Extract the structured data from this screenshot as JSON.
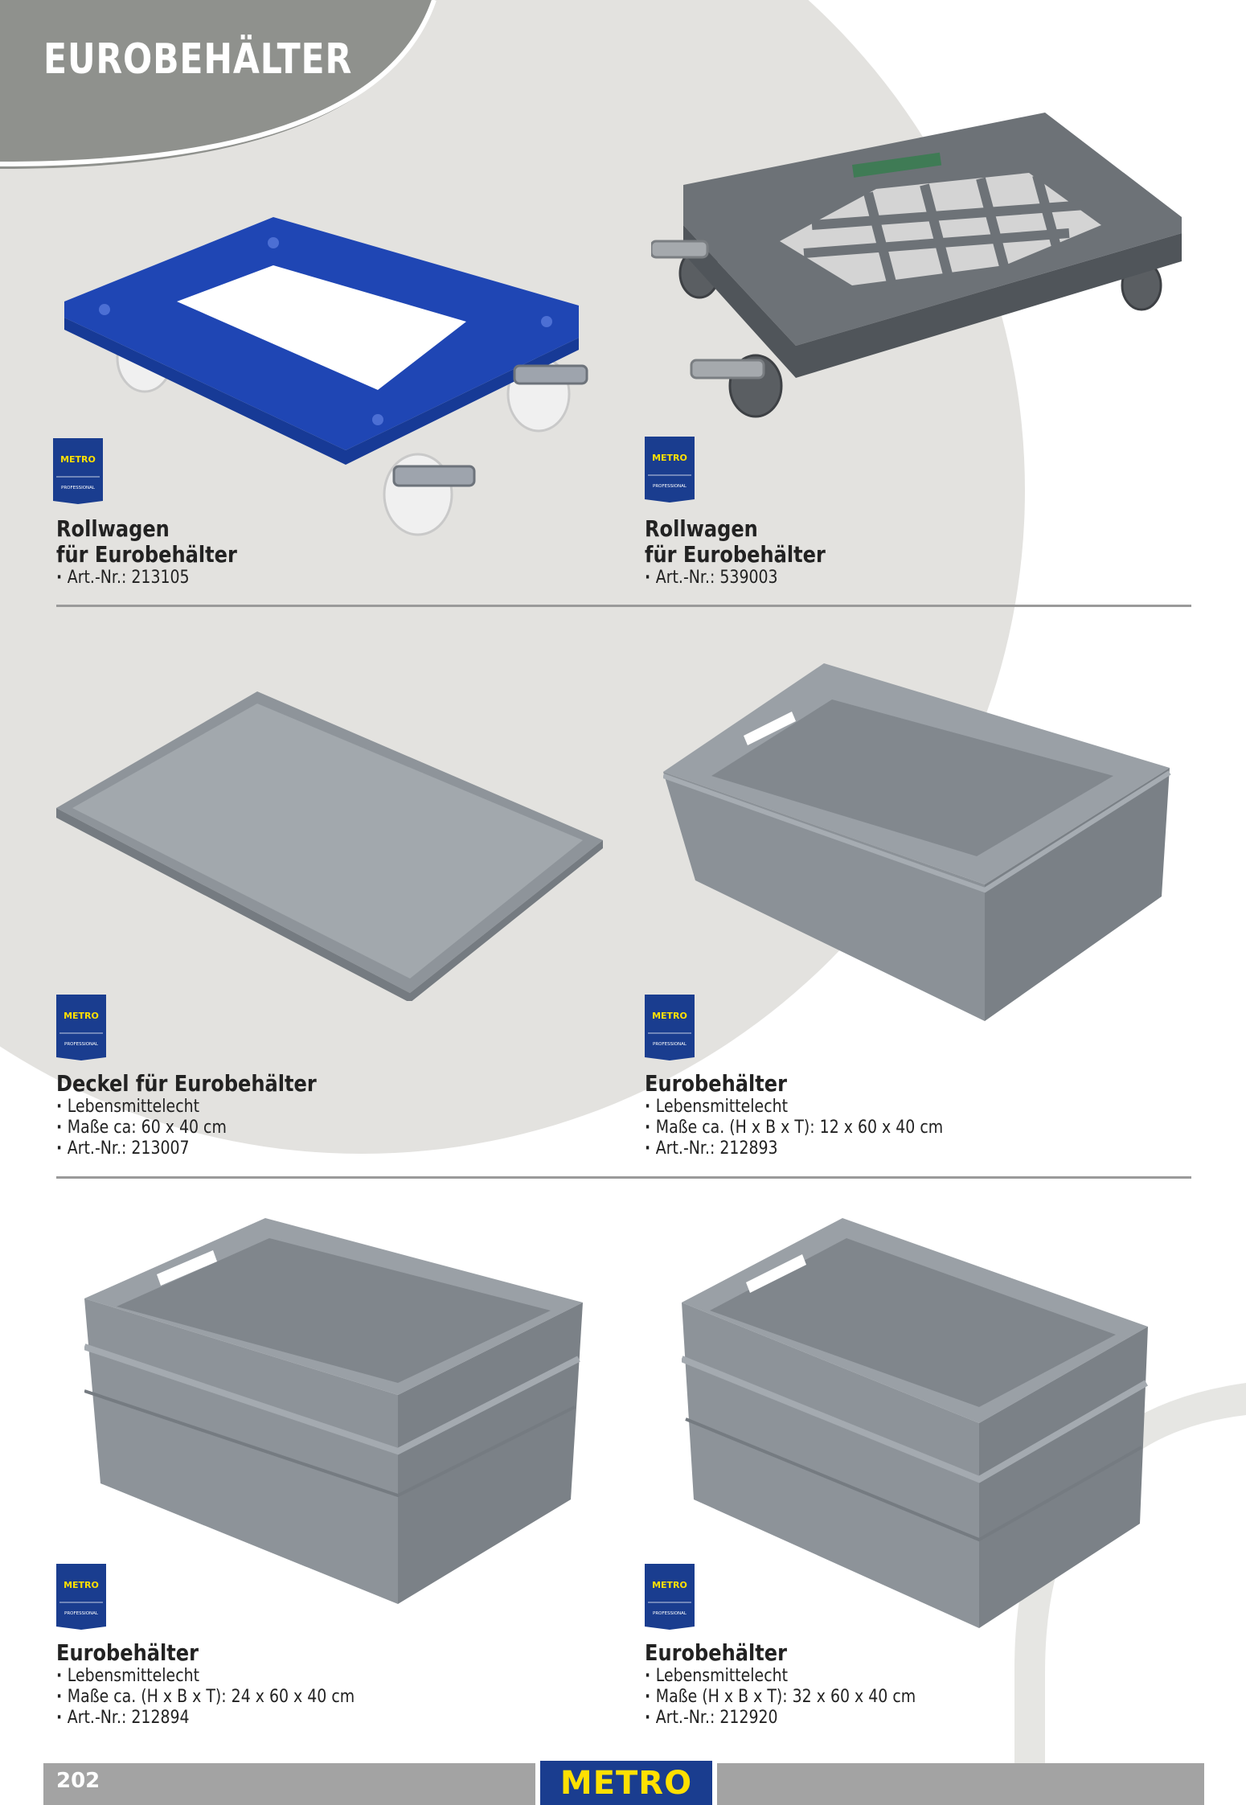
{
  "page": {
    "title": "EUROBEHÄLTER",
    "page_number": "202",
    "footer_brand": "METRO"
  },
  "colors": {
    "header_band": "#8f918d",
    "background_circle": "#e3e2df",
    "brand_blue": "#1a3d8f",
    "brand_yellow": "#ffe000",
    "footer_grey": "#a3a3a3",
    "crate_grey": "#8e949a",
    "dolly_blue": "#1f46b4"
  },
  "badge": {
    "brand": "METRO",
    "sub": "PROFESSIONAL"
  },
  "products": [
    {
      "name_lines": [
        "Rollwagen",
        "für Eurobehälter"
      ],
      "bullets": [
        "Art.-Nr.: 213105"
      ],
      "image_icon": "blue-dolly-icon"
    },
    {
      "name_lines": [
        "Rollwagen",
        "für Eurobehälter"
      ],
      "bullets": [
        "Art.-Nr.: 539003"
      ],
      "image_icon": "grey-dolly-icon"
    },
    {
      "name_lines": [
        "Deckel für Eurobehälter"
      ],
      "bullets": [
        "Lebensmittelecht",
        "Maße ca: 60 x 40 cm",
        "Art.-Nr.: 213007"
      ],
      "image_icon": "lid-icon"
    },
    {
      "name_lines": [
        "Eurobehälter"
      ],
      "bullets": [
        "Lebensmittelecht",
        "Maße ca. (H x B x T): 12 x 60 x 40 cm",
        "Art.-Nr.: 212893"
      ],
      "image_icon": "shallow-crate-icon"
    },
    {
      "name_lines": [
        "Eurobehälter"
      ],
      "bullets": [
        "Lebensmittelecht",
        "Maße ca. (H x B x T): 24 x 60 x 40 cm",
        "Art.-Nr.: 212894"
      ],
      "image_icon": "medium-crate-icon"
    },
    {
      "name_lines": [
        "Eurobehälter"
      ],
      "bullets": [
        "Lebensmittelecht",
        "Maße (H x B x T): 32 x 60 x 40 cm",
        "Art.-Nr.: 212920"
      ],
      "image_icon": "tall-crate-icon"
    }
  ]
}
